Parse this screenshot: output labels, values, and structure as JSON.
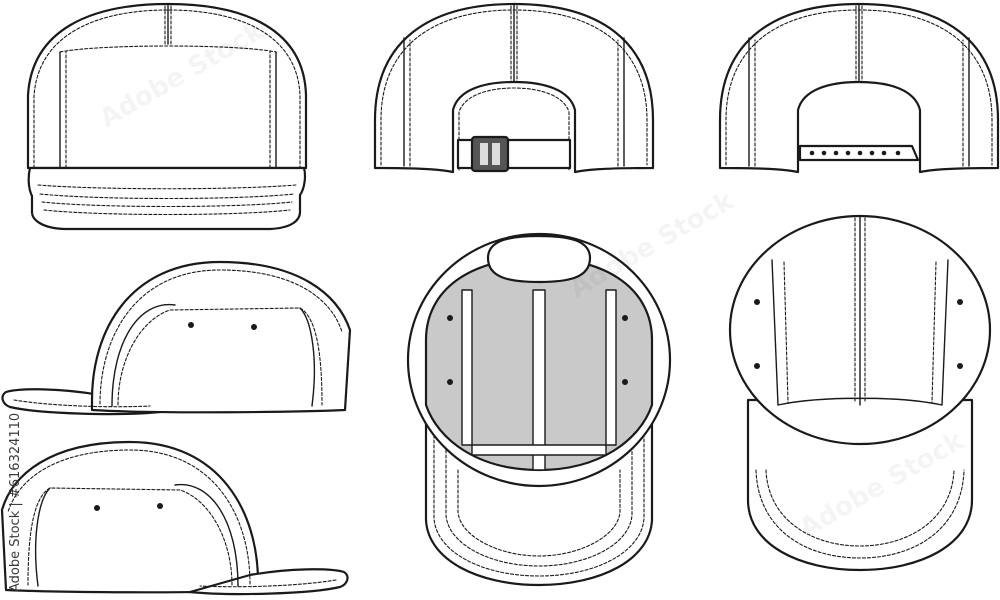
{
  "image": {
    "kind": "technical flat sketch",
    "subject": "five-panel camp cap shown in seven views",
    "line_color": "#1a1a1a",
    "fill_color": "#ffffff",
    "lining_color": "#c9c9c9",
    "buckle_color": "#555555"
  },
  "watermark": {
    "side_text": "Adobe Stock | #616324110",
    "brand_mark": "Adobe Stock"
  }
}
